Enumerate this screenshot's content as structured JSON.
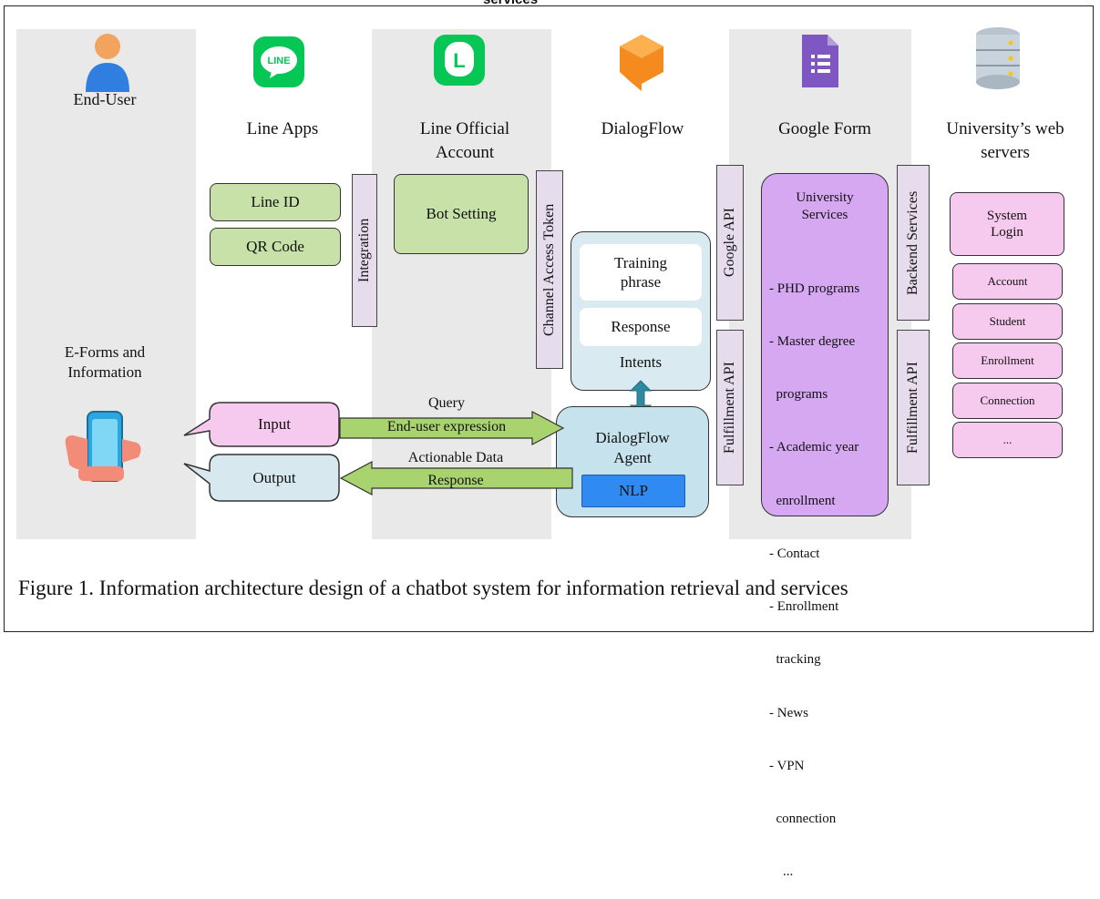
{
  "top_clipped_text": "services",
  "columns": {
    "end_user": "End-User",
    "line_apps": "Line Apps",
    "line_official_1": "Line Official",
    "line_official_2": "Account",
    "dialogflow": "DialogFlow",
    "google_form": "Google Form",
    "web_servers_1": "University’s web",
    "web_servers_2": "servers"
  },
  "eforms_1": "E-Forms and",
  "eforms_2": "Information",
  "line_apps_boxes": [
    "Line ID",
    "QR Code"
  ],
  "bot_setting": "Bot Setting",
  "integration": "Integration",
  "channel_access_token": "Channel Access Token",
  "intents": {
    "training_1": "Training",
    "training_2": "phrase",
    "response": "Response",
    "label": "Intents"
  },
  "agent": {
    "line1": "DialogFlow",
    "line2": "Agent",
    "nlp": "NLP"
  },
  "io": {
    "input": "Input",
    "output": "Output"
  },
  "arrows": {
    "query": "Query",
    "end_user_expression": "End-user expression",
    "actionable_data": "Actionable Data",
    "response": "Response"
  },
  "google_api": "Google API",
  "fulfillment_api_left": "Fulfillment API",
  "backend_services": "Backend Services",
  "fulfillment_api_right": "Fulfillment API",
  "university_services": {
    "title_1": "University",
    "title_2": "Services",
    "items": [
      "- PHD programs",
      "- Master degree",
      "  programs",
      "- Academic year",
      "  enrollment",
      "- Contact",
      "- Enrollment",
      "  tracking",
      "- News",
      "- VPN",
      "  connection",
      "    ..."
    ]
  },
  "server_boxes": {
    "system_login_1": "System",
    "system_login_2": "Login",
    "items": [
      "Account",
      "Student",
      "Enrollment",
      "Connection",
      "..."
    ]
  },
  "caption": "Figure 1. Information architecture design of a chatbot system for information retrieval and services",
  "colors": {
    "lane": "#e9e9e9",
    "green_box": "#c7e1a8",
    "purple_bar": "#e6dcec",
    "pink_box": "#f6c9ee",
    "violet_box": "#d6a8f2",
    "dialogflow_blue": "#c6e2ec",
    "nlp_blue": "#2f8af2",
    "line_green": "#06c755",
    "dialogflow_orange": "#f58b1f",
    "forms_purple": "#7e57c2"
  }
}
